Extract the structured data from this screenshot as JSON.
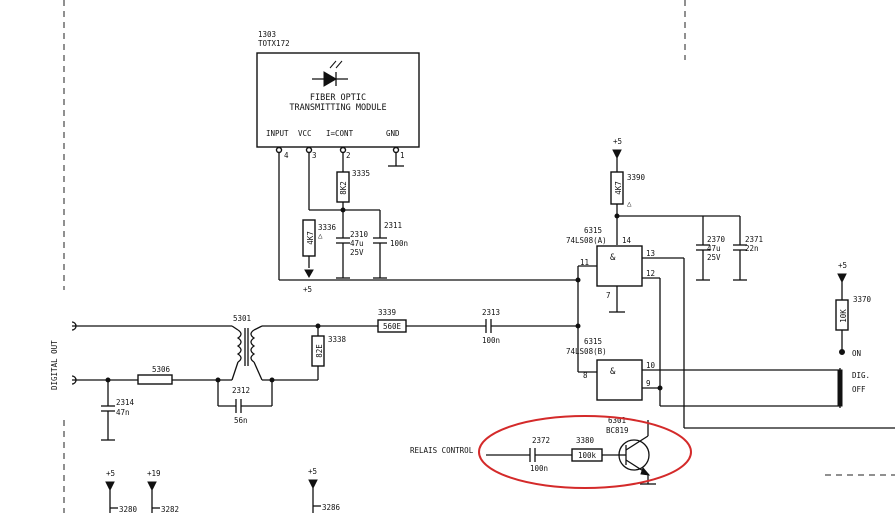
{
  "module": {
    "ref": "1303",
    "part": "TOTX172",
    "name_line1": "FIBER OPTIC",
    "name_line2": "TRANSMITTING MODULE",
    "pins": {
      "input": "INPUT",
      "vcc": "VCC",
      "fcont": "I=CONT",
      "gnd": "GND"
    },
    "pin_numbers": [
      "4",
      "3",
      "2",
      "1"
    ]
  },
  "power": {
    "plus5": "+5",
    "plus19": "+19"
  },
  "components": {
    "r3335": {
      "ref": "3335",
      "value": "8K2"
    },
    "r3336": {
      "ref": "3336",
      "value": "4K7"
    },
    "c2310": {
      "ref": "2310",
      "value": "47u",
      "volt": "25V"
    },
    "c2311": {
      "ref": "2311",
      "value": "100n"
    },
    "r3390": {
      "ref": "3390",
      "value": "4K7"
    },
    "c2370": {
      "ref": "2370",
      "value": "47u",
      "volt": "25V"
    },
    "c2371": {
      "ref": "2371",
      "value": "22n"
    },
    "r3370": {
      "ref": "3370",
      "value": "10K"
    },
    "t5301": {
      "ref": "5301"
    },
    "r3338": {
      "ref": "3338",
      "value": "82E"
    },
    "r3339": {
      "ref": "3339",
      "value": "560E"
    },
    "c2313": {
      "ref": "2313",
      "value": "100n"
    },
    "l5306": {
      "ref": "5306"
    },
    "c2312": {
      "ref": "2312",
      "value": "56n"
    },
    "c2314": {
      "ref": "2314",
      "value": "47n"
    },
    "c2372": {
      "ref": "2372",
      "value": "100n"
    },
    "r3380": {
      "ref": "3380",
      "value": "100k"
    },
    "q7301": {
      "ref": "6301",
      "value": "BC819"
    },
    "r3280": {
      "ref": "3280"
    },
    "r3282": {
      "ref": "3282"
    },
    "r3286": {
      "ref": "3286"
    }
  },
  "gates": {
    "a": {
      "ref": "6315",
      "part": "74LS08(A)",
      "sym": "&",
      "pins": {
        "in1": "11",
        "in2": "14",
        "out": "13",
        "pin12": "12",
        "gnd": "7"
      }
    },
    "b": {
      "ref": "6315",
      "part": "74LS08(B)",
      "sym": "&",
      "pins": {
        "in1": "8",
        "out": "10",
        "pin9": "9"
      }
    }
  },
  "labels": {
    "digital_out": "DIGITAL OUT",
    "relais_control": "RELAIS CONTROL",
    "switch_on": "ON",
    "switch_dig": "DIG.",
    "switch_off": "OFF",
    "warning": "△"
  },
  "colors": {
    "ink": "#111111",
    "highlight": "#d42a2a",
    "paper": "#ffffff"
  }
}
